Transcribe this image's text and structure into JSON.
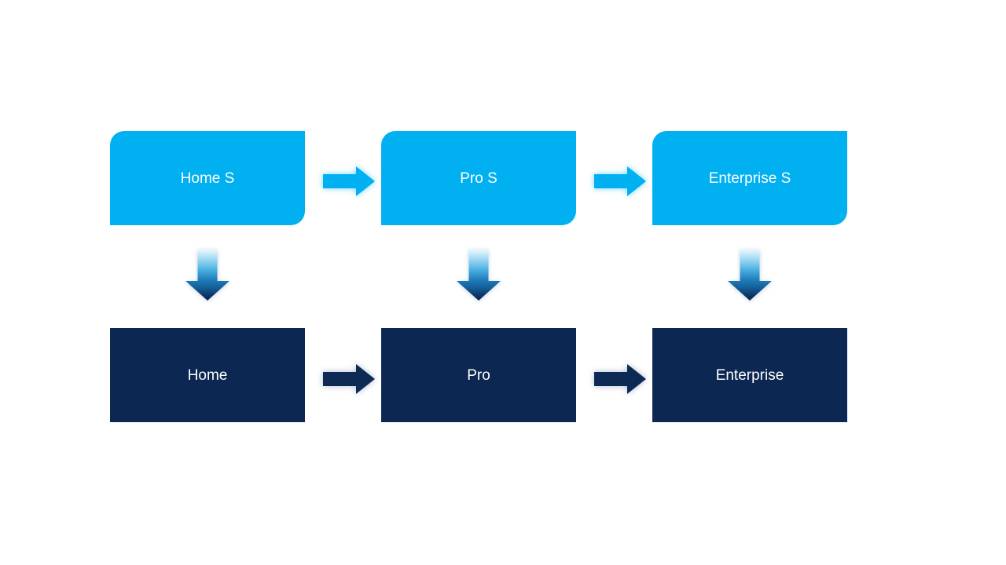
{
  "diagram": {
    "background": "#ffffff",
    "colors": {
      "light_blue": "#00b0f0",
      "navy": "#0d2a55",
      "label_text": "#ffffff",
      "down_gradient": [
        "#eaf7fd",
        "#9bd7f2",
        "#4aafe0",
        "#1f7cba",
        "#135f97",
        "#0d3a6d",
        "#0a2149"
      ]
    },
    "top_row": {
      "nodes": [
        {
          "label": "Home S"
        },
        {
          "label": "Pro S"
        },
        {
          "label": "Enterprise S"
        }
      ]
    },
    "bottom_row": {
      "nodes": [
        {
          "label": "Home"
        },
        {
          "label": "Pro"
        },
        {
          "label": "Enterprise"
        }
      ]
    },
    "icons": {
      "right_arrow": "right-arrow-icon",
      "down_arrow": "down-arrow-icon"
    }
  }
}
